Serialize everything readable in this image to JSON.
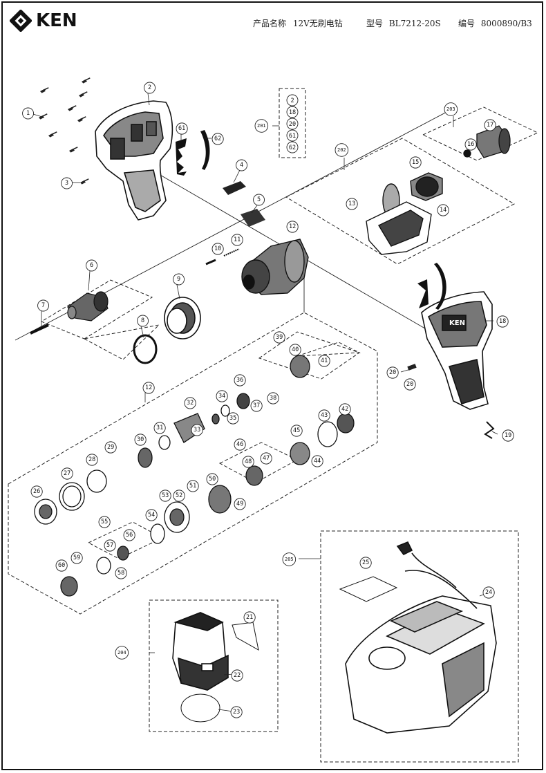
{
  "brand": {
    "name": "KEN"
  },
  "header": {
    "product_label": "产品名称",
    "product_value": "12V无刷电钻",
    "model_label": "型号",
    "model_value": "BL7212-20S",
    "code_label": "编号",
    "code_value": "8000890/B3"
  },
  "group_box": [
    "2",
    "18",
    "20",
    "61",
    "62"
  ],
  "callouts": {
    "c1": "1",
    "c2": "2",
    "c3": "3",
    "c4": "4",
    "c5": "5",
    "c6": "6",
    "c7": "7",
    "c8": "8",
    "c9": "9",
    "c10": "10",
    "c11": "11",
    "c12": "12",
    "c12b": "12",
    "c13": "13",
    "c14": "14",
    "c15": "15",
    "c16": "16",
    "c17": "17",
    "c18": "18",
    "c19": "19",
    "c20": "20",
    "c20b": "20",
    "c20c": "20",
    "c201": "201",
    "c202": "202",
    "c203": "203",
    "c204": "204",
    "c205": "205",
    "c21": "21",
    "c22": "22",
    "c23": "23",
    "c24": "24",
    "c25": "25",
    "c26": "26",
    "c27": "27",
    "c28": "28",
    "c29": "29",
    "c30": "30",
    "c31": "31",
    "c32": "32",
    "c33": "33",
    "c34": "34",
    "c35": "35",
    "c36": "36",
    "c37": "37",
    "c38": "38",
    "c39": "39",
    "c40": "40",
    "c41": "41",
    "c42": "42",
    "c43": "43",
    "c44": "44",
    "c45": "45",
    "c46": "46",
    "c47": "47",
    "c48": "48",
    "c49": "49",
    "c50": "50",
    "c51": "51",
    "c52": "52",
    "c53": "53",
    "c54": "54",
    "c55": "55",
    "c56": "56",
    "c57": "57",
    "c58": "58",
    "c59": "59",
    "c60": "60",
    "c61": "61",
    "c62": "62"
  },
  "housing_badge": "KEN"
}
